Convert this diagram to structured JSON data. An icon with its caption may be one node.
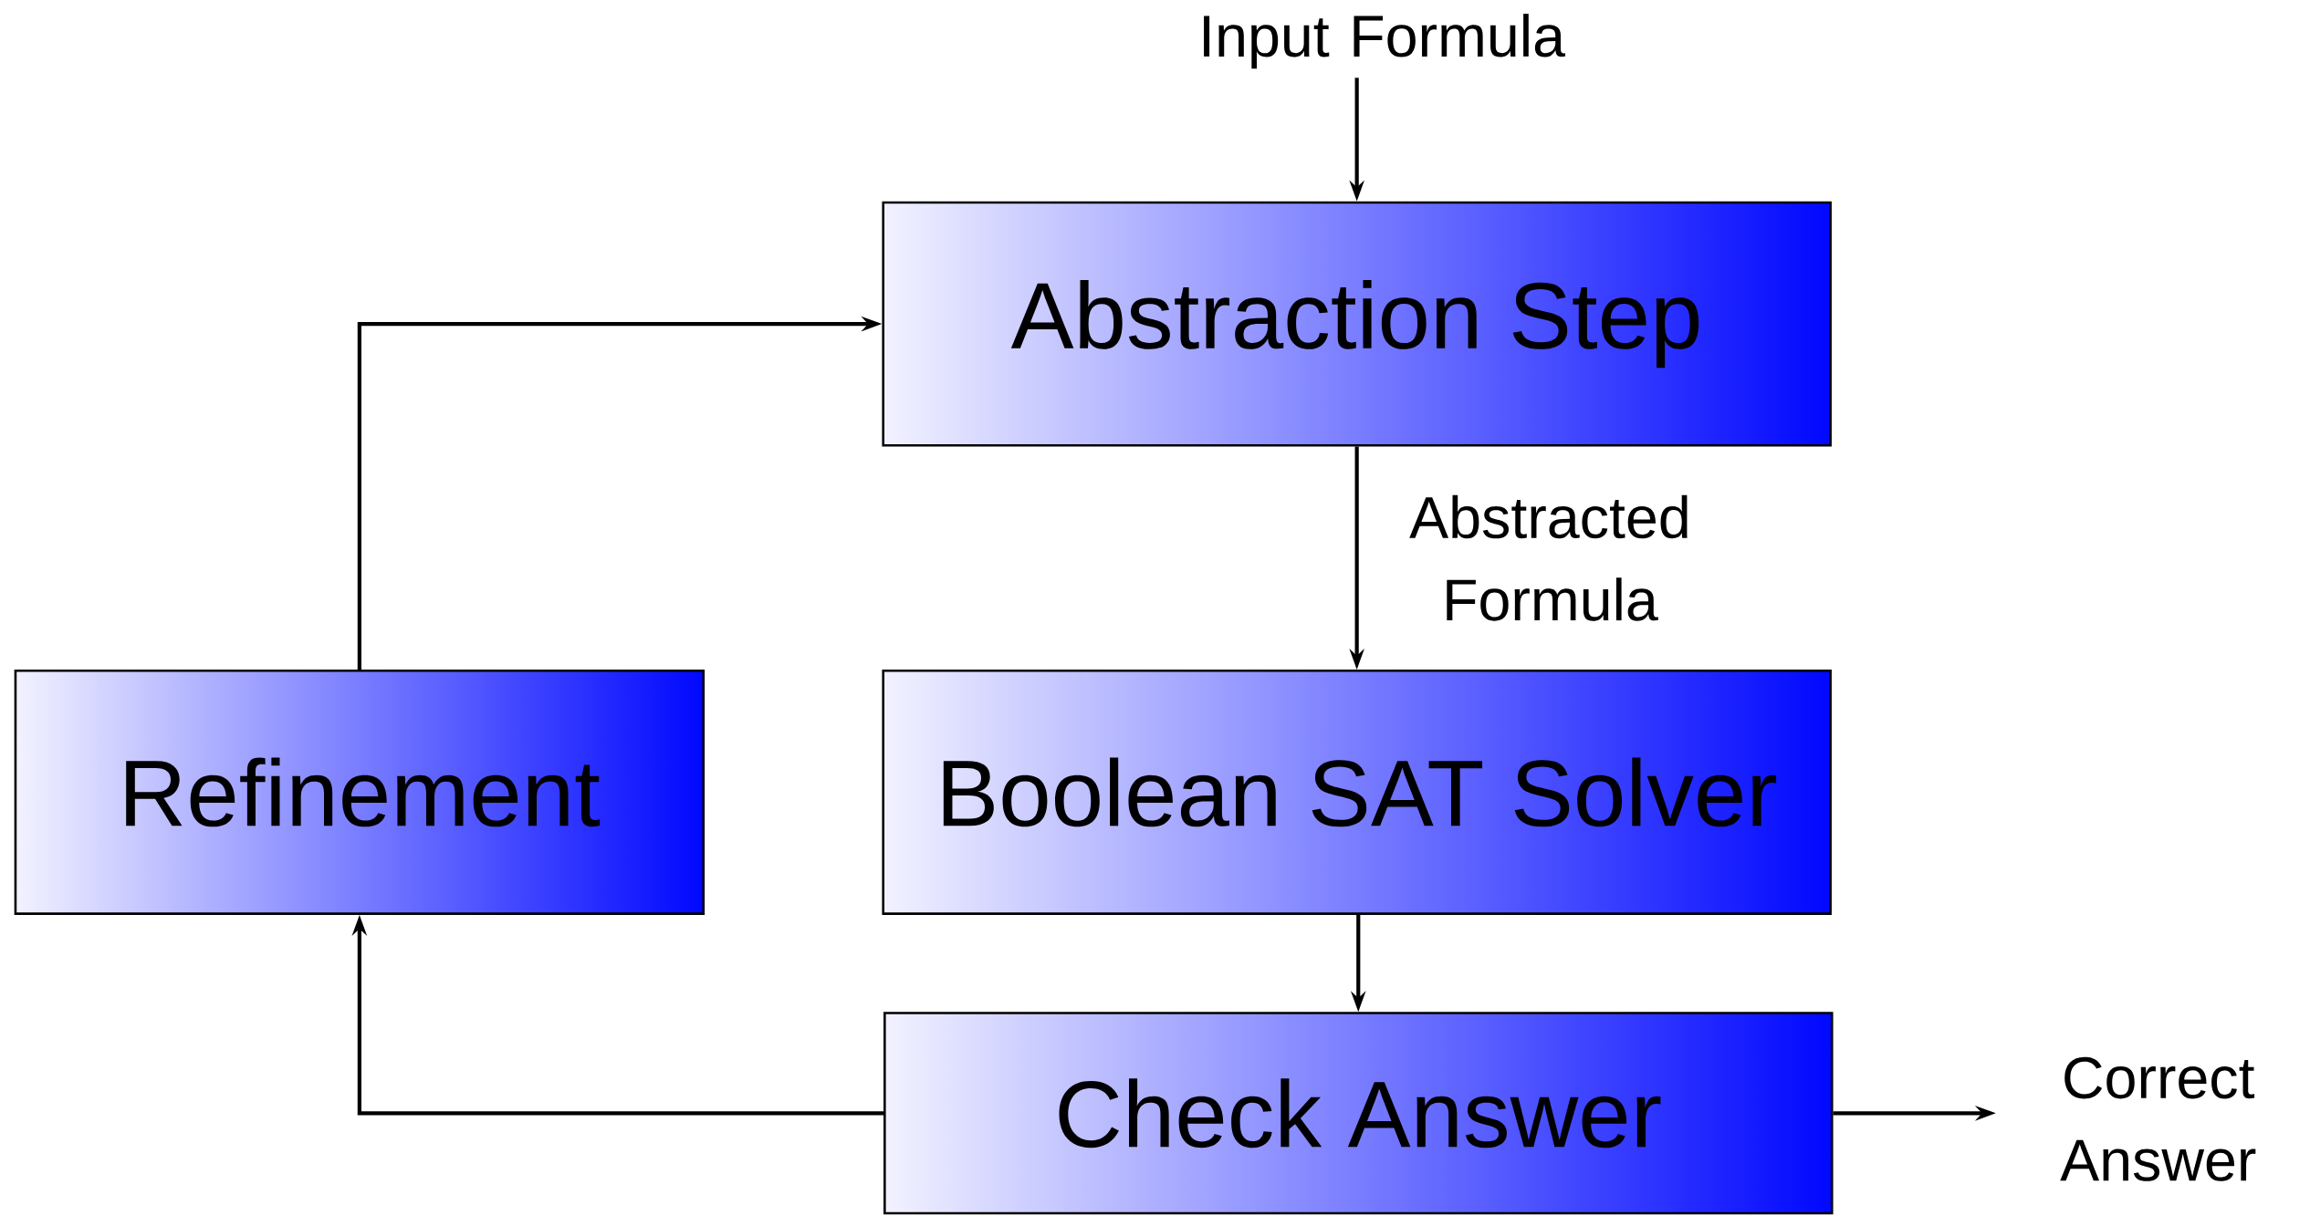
{
  "diagram": {
    "nodes": [
      {
        "text": [
          "Input Formula"
        ]
      },
      {
        "text": [
          "Abstraction Step"
        ]
      },
      {
        "text": [
          "Refinement"
        ]
      },
      {
        "text": [
          "Boolean SAT Solver"
        ]
      },
      {
        "text": [
          "Check Answer"
        ]
      },
      {
        "text": [
          "Correct Answer"
        ]
      }
    ],
    "edges": [
      {
        "from": 0,
        "to": 1,
        "arrow": "to"
      },
      {
        "from": 1,
        "to": 3,
        "arrow": "to",
        "label": "Abstracted Formula"
      },
      {
        "from": 3,
        "to": 4,
        "arrow": "to"
      },
      {
        "from": 4,
        "to": 2,
        "arrow": "to"
      },
      {
        "from": 2,
        "to": 1,
        "arrow": "to"
      },
      {
        "from": 4,
        "to": 5,
        "arrow": "to"
      }
    ]
  }
}
